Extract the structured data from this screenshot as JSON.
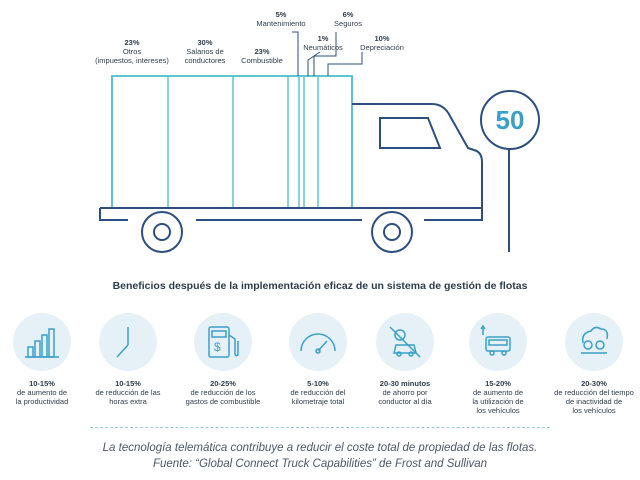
{
  "colors": {
    "teal": "#5cc6cf",
    "navy": "#2d4f7f",
    "accent": "#3aa0c8",
    "circle_bg": "#e6f1f7"
  },
  "truck_costs": [
    {
      "percent": "23%",
      "label": "Otros\n(impuestos, intereses)"
    },
    {
      "percent": "30%",
      "label": "Salarios de\nconductores"
    },
    {
      "percent": "23%",
      "label": "Combustible"
    },
    {
      "percent": "5%",
      "label": "Mantenimiento"
    },
    {
      "percent": "1%",
      "label": "Neumáticos"
    },
    {
      "percent": "6%",
      "label": "Seguros"
    },
    {
      "percent": "10%",
      "label": "Depreciación"
    }
  ],
  "speed_sign": "50",
  "benefits_heading": "Beneficios después de la implementación eficaz de un sistema de gestión de flotas",
  "benefits": [
    {
      "icon": "bar-chart-icon",
      "value": "10-15%",
      "desc": "de aumento de\nla productividad"
    },
    {
      "icon": "clock-icon",
      "value": "10-15%",
      "desc": "de reducción de las\nhoras extra"
    },
    {
      "icon": "fuel-pump-icon",
      "value": "20-25%",
      "desc": "de reducción de los\ngastos de combustible"
    },
    {
      "icon": "odometer-icon",
      "value": "5-10%",
      "desc": "de reducción del\nkilometraje total"
    },
    {
      "icon": "sun-car-icon",
      "value": "20-30 minutos",
      "desc": "de ahorro por\nconductor al día"
    },
    {
      "icon": "truck-utilization-icon",
      "value": "15-20%",
      "desc": "de aumento de\nla utilización de\nlos vehículos"
    },
    {
      "icon": "idle-truck-icon",
      "value": "20-30%",
      "desc": "de reducción del tiempo\nde inactividad de\nlos vehículos"
    }
  ],
  "footer": {
    "line1": "La tecnología telemática contribuye a reducir el coste total de propiedad de las flotas.",
    "line2": "Fuente: “Global Connect Truck Capabilities” de Frost and Sullivan"
  }
}
